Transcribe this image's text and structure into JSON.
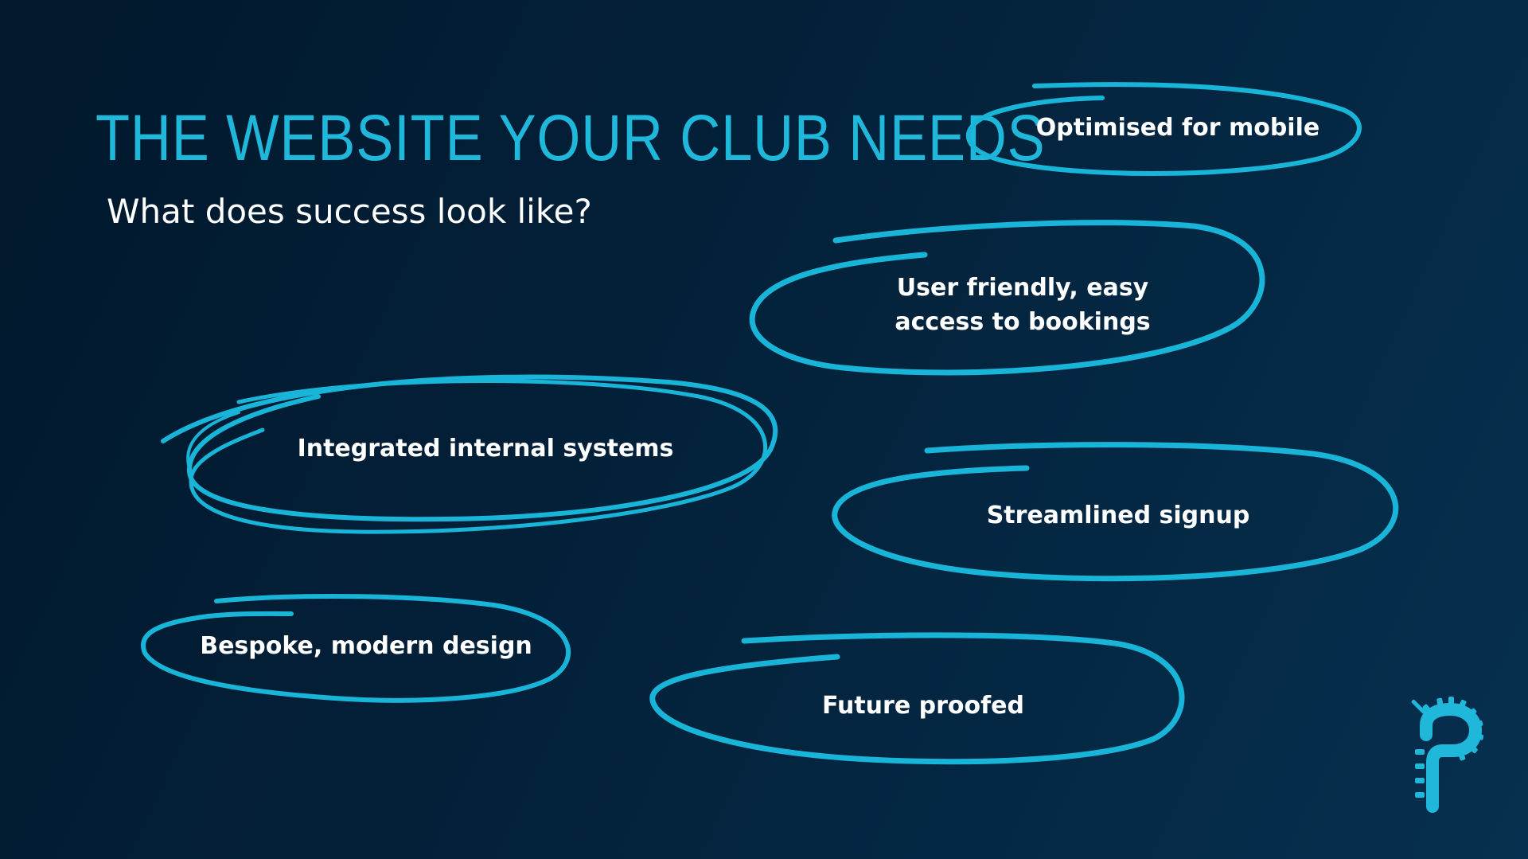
{
  "slide": {
    "title": "THE WEBSITE YOUR CLUB NEEDS",
    "subtitle": "What does success look like?"
  },
  "bubbles": {
    "mobile": "Optimised for mobile",
    "user_friendly_line1": "User friendly, easy",
    "user_friendly_line2": "access to bookings",
    "integrated": "Integrated internal systems",
    "signup": "Streamlined signup",
    "bespoke": "Bespoke, modern design",
    "future": "Future proofed"
  },
  "colors": {
    "background": "#02182c",
    "accent": "#1fb7da",
    "text": "#ffffff"
  },
  "icons": {
    "logo": "p-gear-logo-icon"
  }
}
